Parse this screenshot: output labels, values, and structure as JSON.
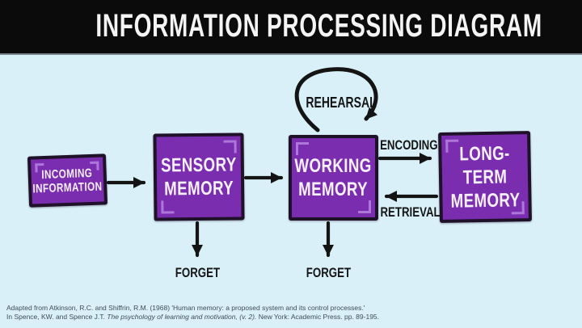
{
  "header": {
    "title": "INFORMATION PROCESSING DIAGRAM"
  },
  "diagram": {
    "nodes": {
      "incoming": {
        "line1": "INCOMING",
        "line2": "INFORMATION"
      },
      "sensory": {
        "line1": "SENSORY",
        "line2": "MEMORY"
      },
      "working": {
        "line1": "WORKING",
        "line2": "MEMORY"
      },
      "longterm": {
        "line1": "LONG-TERM",
        "line2": "MEMORY"
      }
    },
    "labels": {
      "rehearsal": "REHEARSAL",
      "encoding": "ENCODING",
      "retrieval": "RETRIEVAL",
      "forget_sensory": "FORGET",
      "forget_working": "FORGET"
    }
  },
  "footer": {
    "citation_line1": "Adapted from Atkinson, R.C. and Shiffrin, R.M. (1968) 'Human memory: a proposed system and its control processes.'",
    "citation_line2_prefix": "In Spence, KW. and Spence J.T. ",
    "citation_line2_italic": "The psychology of learning and motivation, (v. 2).",
    "citation_line2_suffix": " New York: Academic Press. pp. 89-195."
  },
  "colors": {
    "background": "#d9f0f8",
    "header_bg": "#0b0b0b",
    "box_fill": "#7b2db0",
    "box_border": "#1f1129",
    "corner_accent": "#b684e2",
    "arrow": "#141414",
    "title_text": "#f4f4f4",
    "box_text": "#f7f0fd",
    "citation_text": "#3e4e57"
  }
}
